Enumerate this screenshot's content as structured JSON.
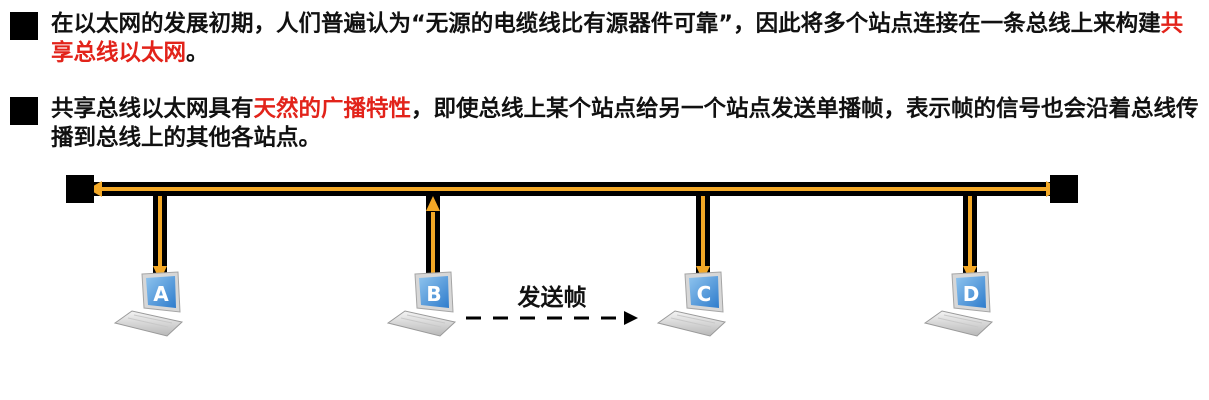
{
  "paragraph1": {
    "before": "在以太网的发展初期，人们普遍认为“无源的电缆线比有源器件可靠”，因此将多个站点连接在一条总线上来构建",
    "highlight": "共享总线以太网",
    "after": "。"
  },
  "paragraph2": {
    "before": "共享总线以太网具有",
    "highlight": "天然的广播特性",
    "after": "，即使总线上某个站点给另一个站点发送单播帧，表示帧的信号也会沿着总线传播到总线上的其他各站点。"
  },
  "diagram": {
    "stations": [
      {
        "label": "A",
        "signal": "in"
      },
      {
        "label": "B",
        "signal": "out"
      },
      {
        "label": "C",
        "signal": "in"
      },
      {
        "label": "D",
        "signal": "in"
      }
    ],
    "frame_label": "发送帧",
    "icons": [
      "terminator-icon",
      "laptop-icon",
      "dashed-arrow-icon"
    ]
  },
  "colors": {
    "text": "#111111",
    "highlight": "#e2231a",
    "bus": "#000000",
    "signal": "#f3a826",
    "screen": "#3b8fd6"
  }
}
